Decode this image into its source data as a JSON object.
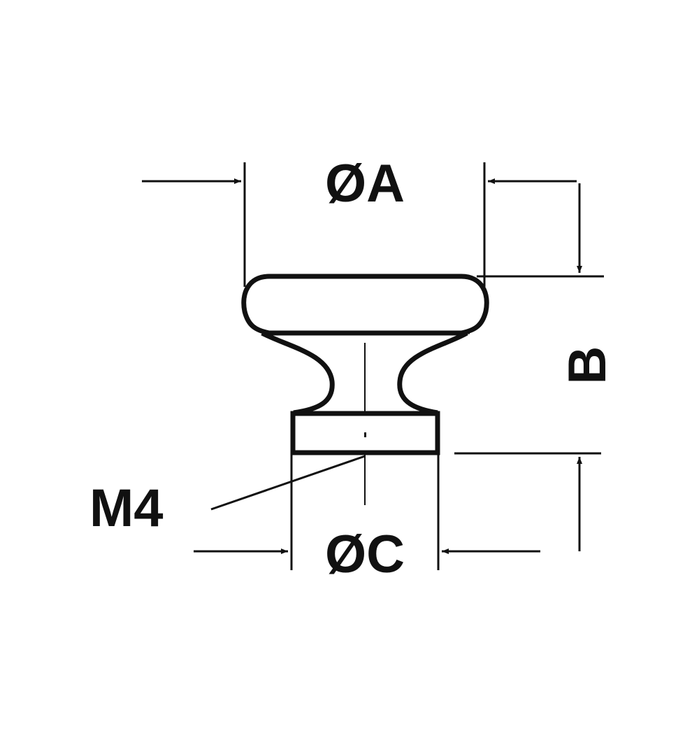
{
  "diagram": {
    "labels": {
      "diameter_a": "ØA",
      "height_b": "B",
      "diameter_c": "ØC",
      "thread": "M4"
    },
    "colors": {
      "line": "#111111",
      "background": "#ffffff"
    }
  }
}
